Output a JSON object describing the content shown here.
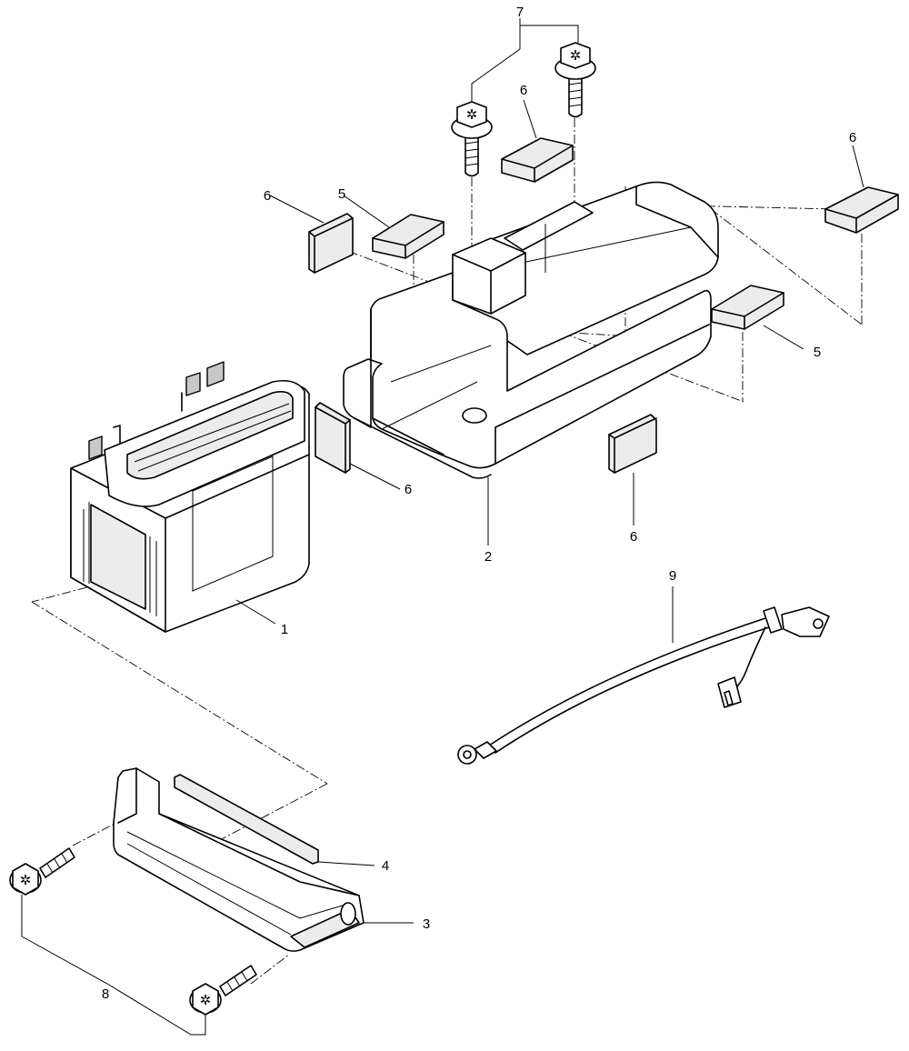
{
  "callouts": {
    "battery": "1",
    "battery_box": "2",
    "battery_band": "3",
    "band_pad": "4",
    "pad_a_left": "5",
    "pad_a_right": "5",
    "pad_b_top": "6",
    "pad_b_left": "6",
    "pad_b_right_far": "6",
    "pad_b_side": "6",
    "pad_b_bottom": "6",
    "bolts_top": "7",
    "bolts_bottom": "8",
    "wire_harness": "9"
  },
  "icons": {
    "bolt": "hex-flange-bolt-icon",
    "terminal": "ring-terminal-icon",
    "connector": "coupler-icon"
  }
}
